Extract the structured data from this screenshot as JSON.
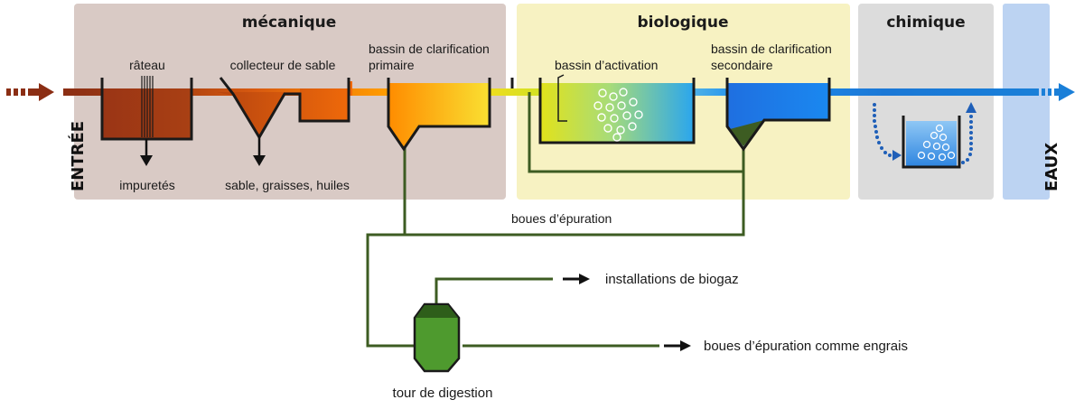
{
  "zones": {
    "mecanique": "mécanique",
    "biologique": "biologique",
    "chimique": "chimique"
  },
  "side_labels": {
    "entree": "ENTRÉE",
    "eaux": "EAUX"
  },
  "labels": {
    "rateau": "râteau",
    "collecteur": "collecteur de sable",
    "clarif_primaire_1": "bassin de clarification",
    "clarif_primaire_2": "primaire",
    "activation": "bassin d’activation",
    "clarif_secondaire_1": "bassin de clarification",
    "clarif_secondaire_2": "secondaire",
    "impuretes": "impuretés",
    "sable": "sable, graisses, huiles",
    "boues": "boues d’épuration",
    "biogaz": "installations de biogaz",
    "engrais": "boues d’épuration comme engrais",
    "digestion": "tour de digestion"
  },
  "colors": {
    "inlet": "#8b2e14",
    "mech_zone": "#d9cac5",
    "bio_zone": "#f7f2c2",
    "chem_zone": "#dcdcdc",
    "water_zone": "#bcd3f2",
    "sludge_line": "#3d5c22",
    "digester": "#4e9a2e",
    "outlet": "#1a7fd8"
  },
  "icons": [
    "entry-arrow-icon",
    "exit-arrow-icon",
    "arrow-down-icon",
    "arrow-right-icon",
    "bubbles-icon",
    "dotted-flow-arrow-icon"
  ]
}
